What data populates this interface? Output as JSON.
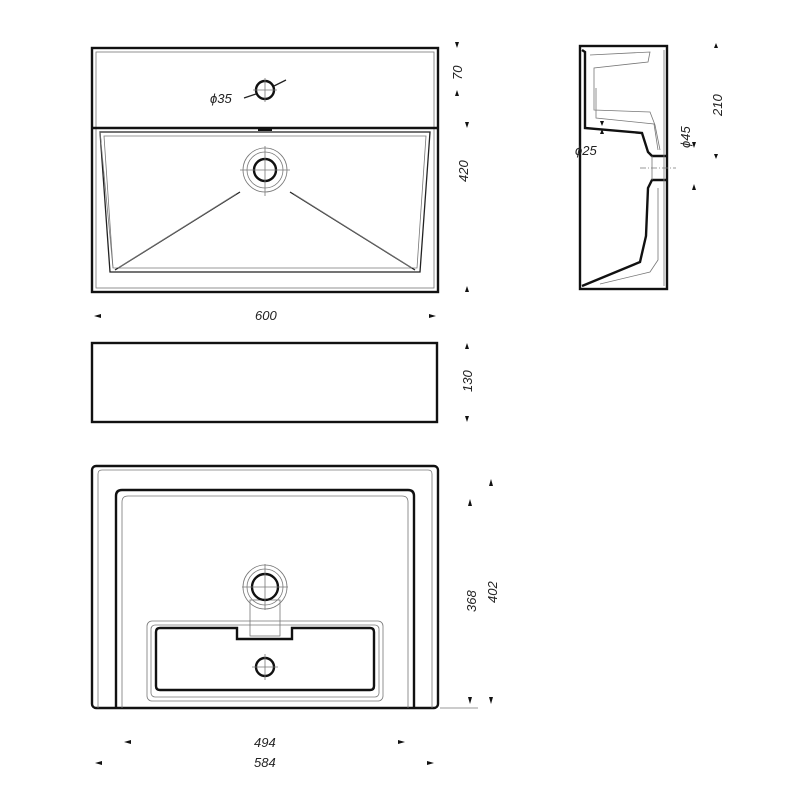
{
  "top_view": {
    "depth_rim": "70",
    "depth_bowl": "420",
    "width": "600",
    "tap_hole": "ϕ35"
  },
  "front_view": {
    "height": "130"
  },
  "side_view": {
    "height": "210",
    "outlet": "ϕ45",
    "overflow": "ϕ25"
  },
  "bottom_view": {
    "inner_depth": "368",
    "outer_depth": "402",
    "inner_width": "494",
    "outer_width": "584"
  }
}
